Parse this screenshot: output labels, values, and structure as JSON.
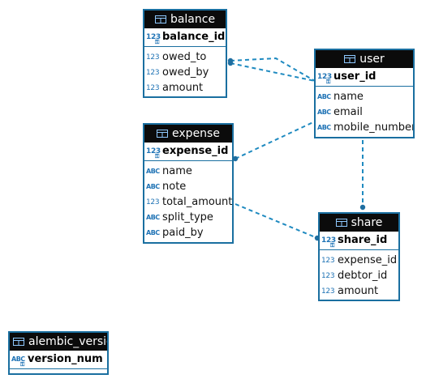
{
  "colors": {
    "border": "#1a6fa0",
    "header_bg": "#0b0b0b",
    "line": "#1f8ac0",
    "type_icon": "#1f73b5"
  },
  "type_icons": {
    "numeric": "123",
    "text": "ABC"
  },
  "tables": {
    "balance": {
      "title": "balance",
      "pk": {
        "type": "numeric",
        "name": "balance_id"
      },
      "columns": [
        {
          "type": "numeric",
          "name": "owed_to"
        },
        {
          "type": "numeric",
          "name": "owed_by"
        },
        {
          "type": "numeric",
          "name": "amount"
        }
      ]
    },
    "user": {
      "title": "user",
      "pk": {
        "type": "numeric",
        "name": "user_id"
      },
      "columns": [
        {
          "type": "text",
          "name": "name"
        },
        {
          "type": "text",
          "name": "email"
        },
        {
          "type": "text",
          "name": "mobile_number"
        }
      ]
    },
    "expense": {
      "title": "expense",
      "pk": {
        "type": "numeric",
        "name": "expense_id"
      },
      "columns": [
        {
          "type": "text",
          "name": "name"
        },
        {
          "type": "text",
          "name": "note"
        },
        {
          "type": "numeric",
          "name": "total_amount"
        },
        {
          "type": "text",
          "name": "split_type"
        },
        {
          "type": "text",
          "name": "paid_by"
        }
      ]
    },
    "share": {
      "title": "share",
      "pk": {
        "type": "numeric",
        "name": "share_id"
      },
      "columns": [
        {
          "type": "numeric",
          "name": "expense_id"
        },
        {
          "type": "numeric",
          "name": "debtor_id"
        },
        {
          "type": "numeric",
          "name": "amount"
        }
      ]
    },
    "alembic_version": {
      "title": "alembic_version",
      "pk": {
        "type": "text",
        "name": "version_num"
      },
      "columns": []
    }
  }
}
